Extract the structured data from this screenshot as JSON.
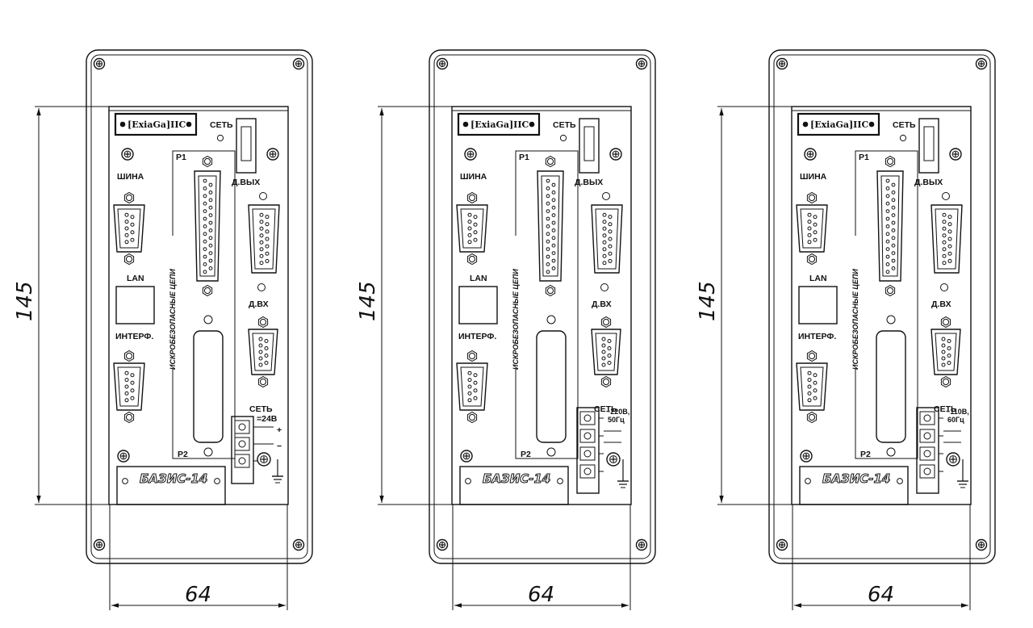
{
  "panels": [
    {
      "badge": "[ExiaGa]IIC",
      "net_label": "СЕТЬ",
      "bus_label": "ШИНА",
      "lan_label": "LAN",
      "interface_label": "ИНТЕРФ.",
      "p1_label": "P1",
      "p2_label": "P2",
      "intrinsic_label": "ИСКРОБЕЗОПАСНЫЕ ЦЕПИ",
      "dout_label": "Д.ВЫХ",
      "din_label": "Д.ВХ",
      "power_label": "СЕТЬ",
      "power_spec": [
        "=24В"
      ],
      "plus_sign": "+",
      "minus_sign": "−",
      "plate_text": "БАЗИС-14",
      "height_dim": "145",
      "width_dim": "64",
      "power_type": "dc"
    },
    {
      "badge": "[ExiaGa]IIC",
      "net_label": "СЕТЬ",
      "bus_label": "ШИНА",
      "lan_label": "LAN",
      "interface_label": "ИНТЕРФ.",
      "p1_label": "P1",
      "p2_label": "P2",
      "intrinsic_label": "ИСКРОБЕЗОПАСНЫЕ ЦЕПИ",
      "dout_label": "Д.ВЫХ",
      "din_label": "Д.ВХ",
      "power_label": "СЕТЬ",
      "power_spec": [
        "~220В,",
        "50Гц"
      ],
      "plus_sign": "",
      "minus_sign": "",
      "plate_text": "БАЗИС-14",
      "height_dim": "145",
      "width_dim": "64",
      "power_type": "ac"
    },
    {
      "badge": "[ExiaGa]IIC",
      "net_label": "СЕТЬ",
      "bus_label": "ШИНА",
      "lan_label": "LAN",
      "interface_label": "ИНТЕРФ.",
      "p1_label": "P1",
      "p2_label": "P2",
      "intrinsic_label": "ИСКРОБЕЗОПАСНЫЕ ЦЕПИ",
      "dout_label": "Д.ВЫХ",
      "din_label": "Д.ВХ",
      "power_label": "СЕТЬ",
      "power_spec": [
        "~110В,",
        "60Гц"
      ],
      "plus_sign": "",
      "minus_sign": "",
      "plate_text": "БАЗИС-14",
      "height_dim": "145",
      "width_dim": "64",
      "power_type": "ac"
    }
  ]
}
